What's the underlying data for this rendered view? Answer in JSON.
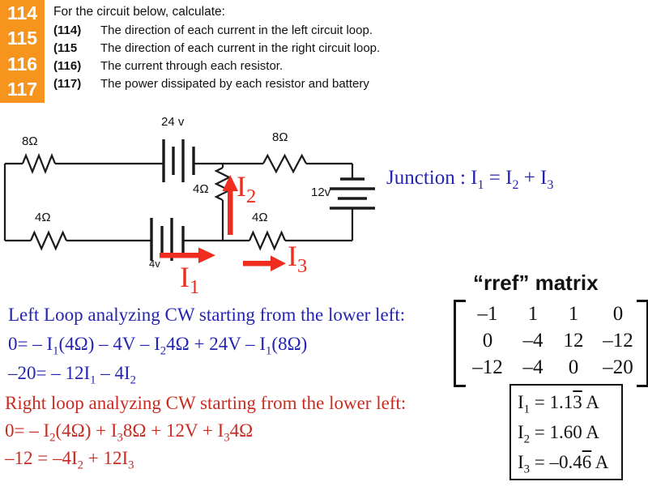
{
  "header": {
    "box_numbers": [
      "114",
      "115",
      "116",
      "117"
    ],
    "intro": "For the circuit below, calculate:",
    "items": [
      {
        "num": "(114)",
        "text": "The direction of each current in the left circuit loop."
      },
      {
        "num": "(115",
        "text": "The direction of each current in the right circuit loop."
      },
      {
        "num": "(116)",
        "text": "The current through each resistor."
      },
      {
        "num": "(117)",
        "text": "The power dissipated by each resistor and battery"
      }
    ]
  },
  "circuit": {
    "labels": {
      "r_top_left": "8Ω",
      "battery_top": "24 v",
      "r_top_right": "8Ω",
      "r_middle": "4Ω",
      "battery_right": "12v",
      "r_bottom_left": "4Ω",
      "battery_bottom": "4v",
      "r_bottom_right": "4Ω",
      "current1": "I~1~",
      "current2": "I~2~",
      "current3": "I~3~"
    }
  },
  "junction": {
    "text": "Junction :  I~1~ = I~2~ + I~3~"
  },
  "left_loop": {
    "heading": "Left Loop analyzing CW starting from the lower left:",
    "eq1": "0= – I~1~(4Ω) – 4V – I~2~4Ω + 24V – I~1~(8Ω)",
    "eq2": "–20= – 12I~1~ – 4I~2~"
  },
  "right_loop": {
    "heading": "Right loop analyzing CW starting from the lower left:",
    "eq1": "0= – I~2~(4Ω) + I~3~8Ω + 12V + I~3~4Ω",
    "eq2": "–12 = –4I~2~ + 12I~3~"
  },
  "matrix": {
    "title": "“rref” matrix",
    "rows": [
      [
        "–1",
        "1",
        "1",
        "0"
      ],
      [
        "0",
        "–4",
        "12",
        "–12"
      ],
      [
        "–12",
        "–4",
        "0",
        "–20"
      ]
    ]
  },
  "results": {
    "line1": "I~1~ = 1.1^3^ A",
    "line2": "I~2~ = 1.60 A",
    "line3": "I~3~ = –0.4^6^ A"
  },
  "colors": {
    "orange_box": "#f7941e",
    "blue_text": "#2424b2",
    "red_text": "#c92a21",
    "red_arrow": "#ee2d1f",
    "wire": "#1a1a1a"
  }
}
